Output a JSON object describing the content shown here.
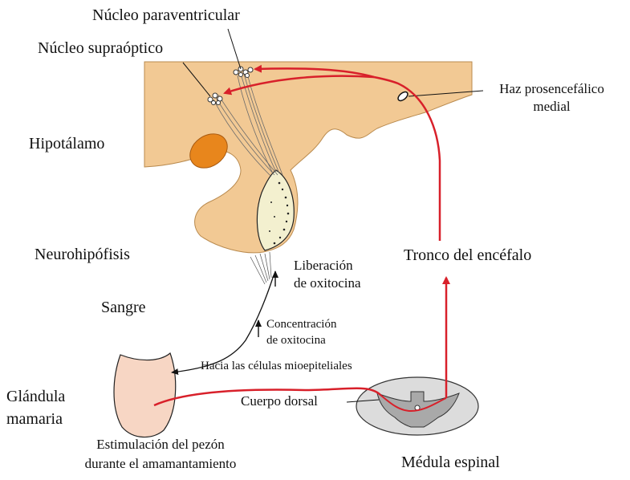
{
  "labels": {
    "nucleo_paraventricular": "Núcleo paraventricular",
    "nucleo_supraoptico": "Núcleo supraóptico",
    "haz_line1": "Haz prosencefálico",
    "haz_line2": "medial",
    "hipotalamo": "Hipotálamo",
    "neurohipofisis": "Neurohipófisis",
    "tronco": "Tronco del encéfalo",
    "liberacion_line1": "Liberación",
    "liberacion_line2": "de oxitocina",
    "sangre": "Sangre",
    "concentracion_line1": "Concentración",
    "concentracion_line2": "de oxitocina",
    "mioepiteliales": "Hacia las células mioepiteliales",
    "glandula_line1": "Glándula",
    "glandula_line2": "mamaria",
    "cuerpo_dorsal": "Cuerpo dorsal",
    "estimulacion_line1": "Estimulación del pezón",
    "estimulacion_line2": "durante el amamantamiento",
    "medula": "Médula espinal"
  },
  "colors": {
    "brain_tissue": "#f2c994",
    "nucleus_orange": "#e8861c",
    "pathway_red": "#d8202a",
    "gland_pink": "#f7d6c4",
    "spinal_gray": "#c9c9c9"
  }
}
